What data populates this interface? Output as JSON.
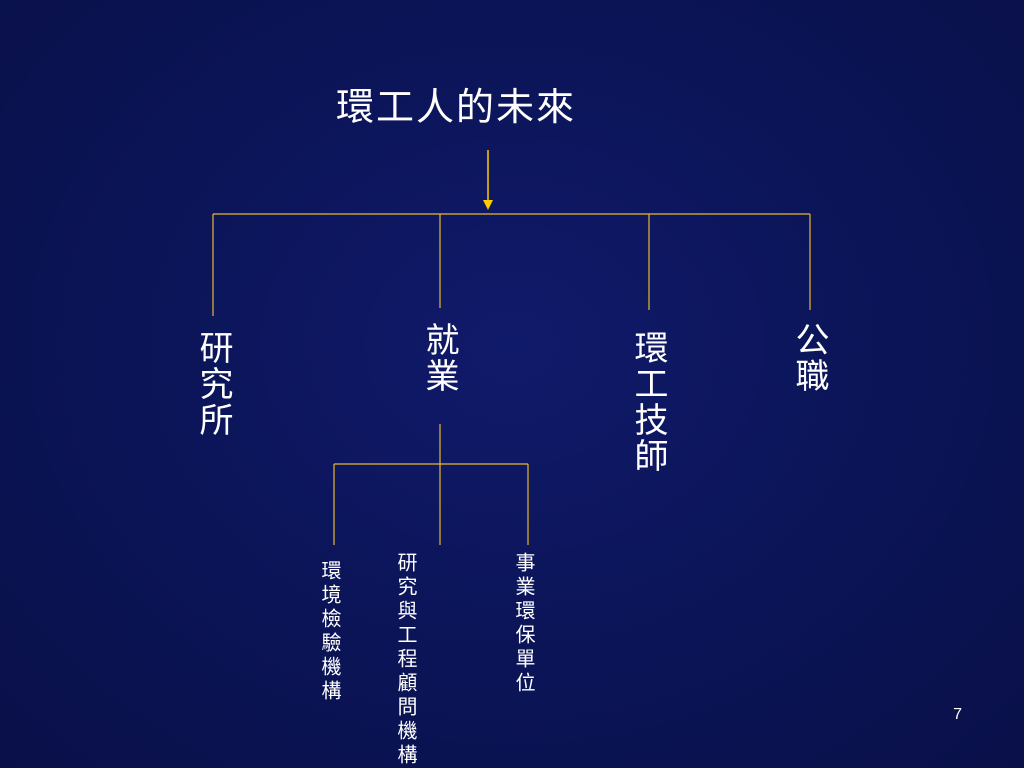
{
  "title": "環工人的未來",
  "branches": {
    "research_institute": "研究所",
    "employment": "就業",
    "env_engineer": "環工技師",
    "civil_service": "公職"
  },
  "employment_subitems": {
    "env_testing": "環境檢驗機構",
    "research_consulting": "研究與工程顧問機構",
    "enterprise_env": "事業環保單位"
  },
  "page_number": "7",
  "colors": {
    "background": "#0b1456",
    "connector_line": "#e8b830",
    "arrow": "#ffcc00",
    "text": "#ffffff"
  }
}
